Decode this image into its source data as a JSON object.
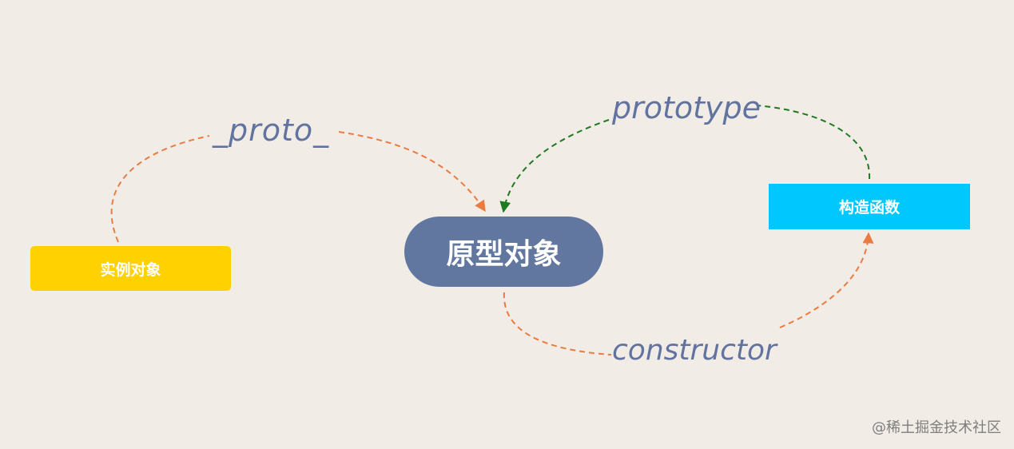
{
  "nodes": {
    "instance": {
      "label": "实例对象",
      "color": "#ffd100"
    },
    "prototype": {
      "label": "原型对象",
      "color": "#61779f"
    },
    "constructor": {
      "label": "构造函数",
      "color": "#00c8ff"
    }
  },
  "edges": {
    "proto": {
      "label": "_proto_",
      "color": "#ea7c41"
    },
    "prototype": {
      "label": "prototype",
      "color": "#1f7a1f"
    },
    "constructor": {
      "label": "constructor",
      "color": "#ea7c41"
    }
  },
  "watermark": "@稀土掘金技术社区"
}
